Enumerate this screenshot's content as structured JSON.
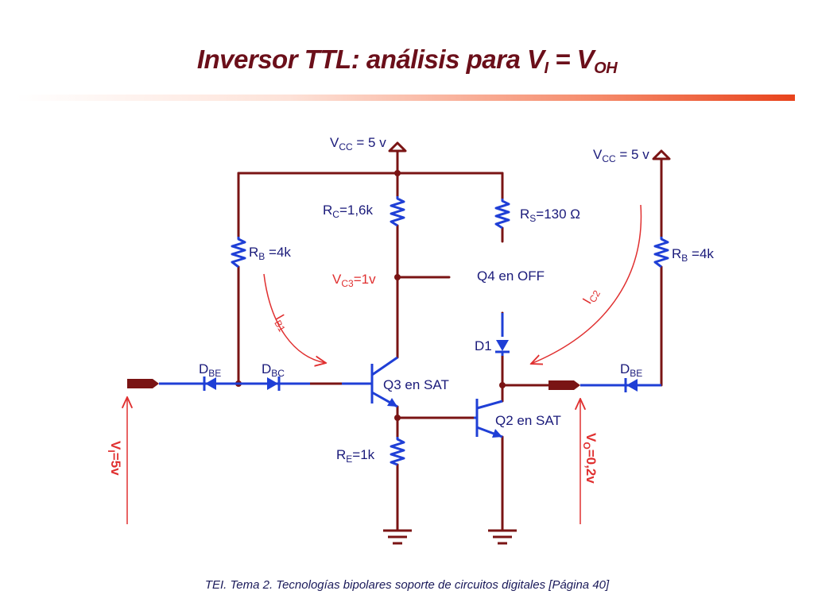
{
  "header": {
    "title_main": "Inversor TTL: análisis para V",
    "title_sub1": "I",
    "title_eq": " = V",
    "title_sub2": "OH"
  },
  "footer": {
    "text": "TEI. Tema 2. Tecnologías bipolares soporte de circuitos digitales [Página 40]"
  },
  "circuit": {
    "vcc_left": {
      "main": "V",
      "sub": "CC",
      "rest": " = 5 v"
    },
    "vcc_right": {
      "main": "V",
      "sub": "CC",
      "rest": " = 5 v"
    },
    "rc": {
      "main": "R",
      "sub": "C",
      "rest": "=1,6k"
    },
    "rs": {
      "main": "R",
      "sub": "S",
      "rest": "=130 Ω"
    },
    "rb_left": {
      "main": "R",
      "sub": "B",
      "rest": " =4k"
    },
    "rb_right": {
      "main": "R",
      "sub": "B",
      "rest": " =4k"
    },
    "vc3": {
      "main": "V",
      "sub": "C3",
      "rest": "=1v"
    },
    "q4": "Q4 en OFF",
    "ib1": {
      "main": "I",
      "sub": "B1"
    },
    "ic2": {
      "main": "I",
      "sub": "C2"
    },
    "d1": "D1",
    "dbe_left": {
      "main": "D",
      "sub": "BE"
    },
    "dbc": {
      "main": "D",
      "sub": "BC"
    },
    "dbe_right": {
      "main": "D",
      "sub": "BE"
    },
    "q3": "Q3 en SAT",
    "q2": "Q2 en SAT",
    "re": {
      "main": "R",
      "sub": "E",
      "rest": "=1k"
    },
    "vi": {
      "main": "V",
      "sub": "I",
      "rest": "=5v"
    },
    "vo": {
      "main": "V",
      "sub": "O",
      "rest": "=0,2v"
    }
  },
  "colors": {
    "wire": "#7a1414",
    "component": "#1f3fd6",
    "annotation": "#e03030",
    "text": "#1a1a7a",
    "title": "#6b0f1a"
  }
}
